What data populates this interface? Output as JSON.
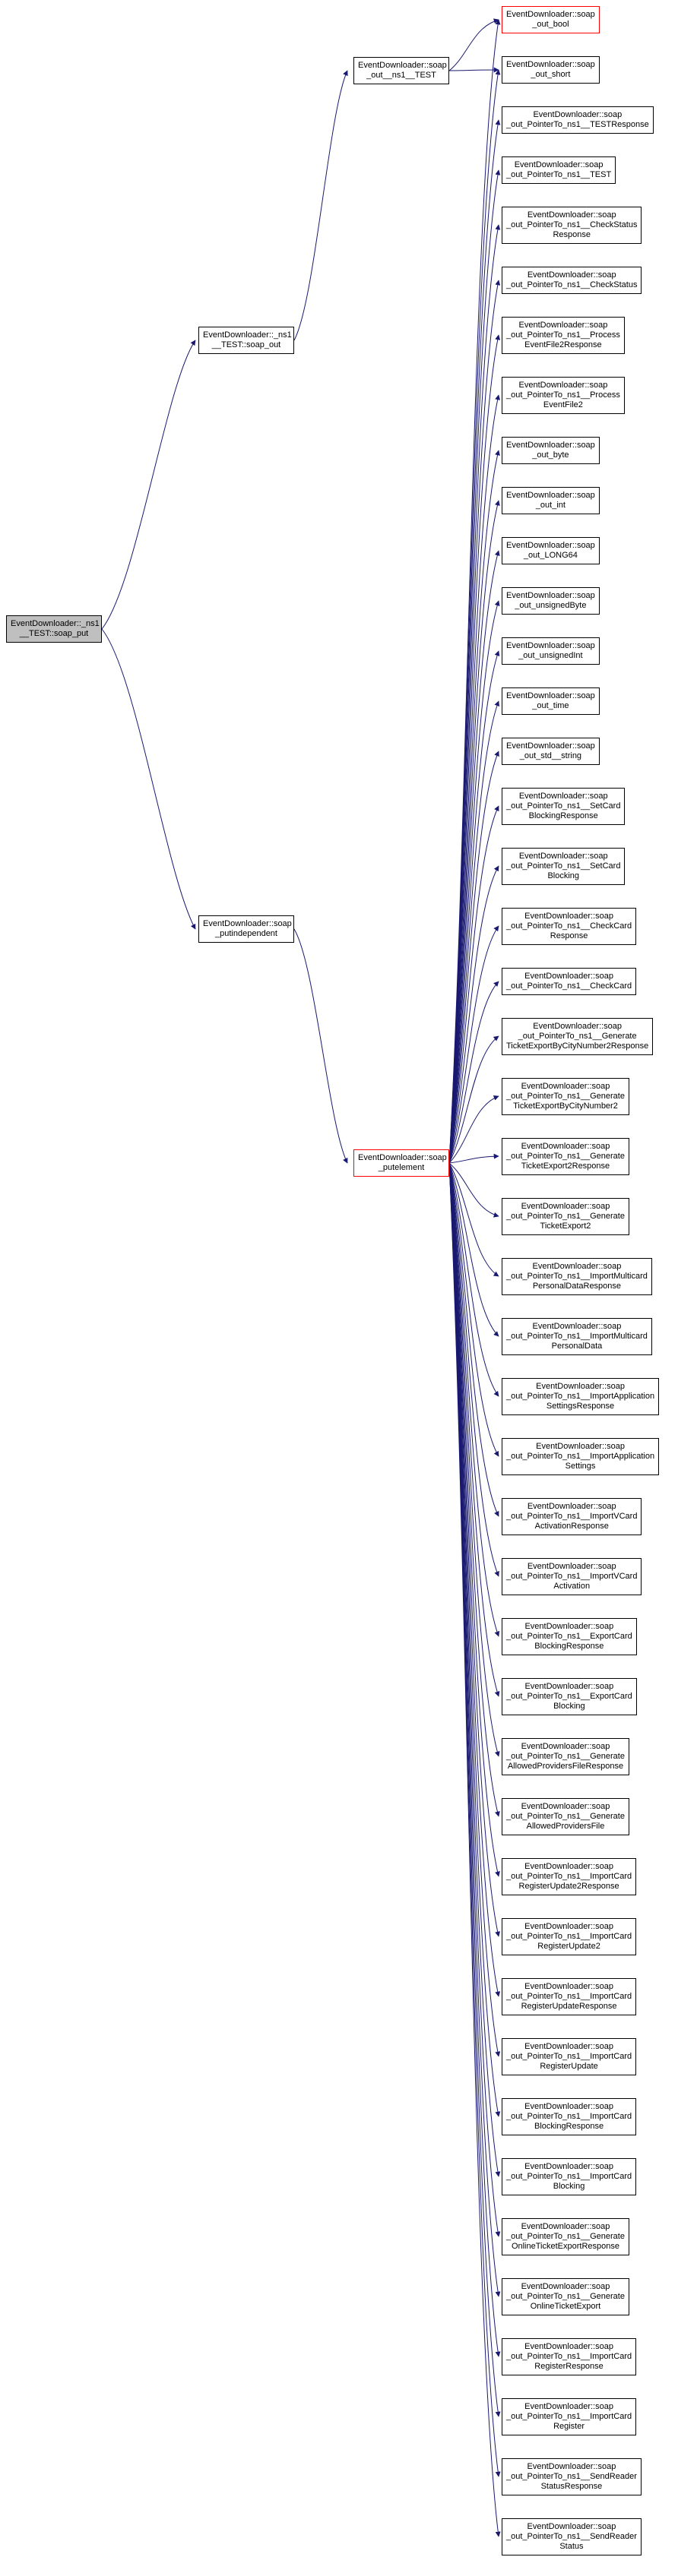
{
  "graph": {
    "kind": "doxygen-call-graph",
    "colors": {
      "background": "#ffffff",
      "node_fill": "#ffffff",
      "node_border": "#000000",
      "current_node_fill": "#bfbfbf",
      "truncated_node_border": "#ff0000",
      "edge": "#191970"
    },
    "nodes": {
      "root": {
        "label": "EventDownloader::_ns1\n__TEST::soap_put",
        "current": true
      },
      "soap_out_member": {
        "label": "EventDownloader::_ns1\n__TEST::soap_out"
      },
      "soap_out_ns1_test": {
        "label": "EventDownloader::soap\n_out__ns1__TEST"
      },
      "putindependent": {
        "label": "EventDownloader::soap\n_putindependent"
      },
      "putelement": {
        "label": "EventDownloader::soap\n_putelement",
        "truncated": true
      },
      "callees": [
        {
          "label": "EventDownloader::soap\n_out_bool",
          "truncated": true
        },
        {
          "label": "EventDownloader::soap\n_out_short"
        },
        {
          "label": "EventDownloader::soap\n_out_PointerTo_ns1__TESTResponse"
        },
        {
          "label": "EventDownloader::soap\n_out_PointerTo_ns1__TEST"
        },
        {
          "label": "EventDownloader::soap\n_out_PointerTo_ns1__CheckStatus\nResponse"
        },
        {
          "label": "EventDownloader::soap\n_out_PointerTo_ns1__CheckStatus"
        },
        {
          "label": "EventDownloader::soap\n_out_PointerTo_ns1__Process\nEventFile2Response"
        },
        {
          "label": "EventDownloader::soap\n_out_PointerTo_ns1__Process\nEventFile2"
        },
        {
          "label": "EventDownloader::soap\n_out_byte"
        },
        {
          "label": "EventDownloader::soap\n_out_int"
        },
        {
          "label": "EventDownloader::soap\n_out_LONG64"
        },
        {
          "label": "EventDownloader::soap\n_out_unsignedByte"
        },
        {
          "label": "EventDownloader::soap\n_out_unsignedInt"
        },
        {
          "label": "EventDownloader::soap\n_out_time"
        },
        {
          "label": "EventDownloader::soap\n_out_std__string"
        },
        {
          "label": "EventDownloader::soap\n_out_PointerTo_ns1__SetCard\nBlockingResponse"
        },
        {
          "label": "EventDownloader::soap\n_out_PointerTo_ns1__SetCard\nBlocking"
        },
        {
          "label": "EventDownloader::soap\n_out_PointerTo_ns1__CheckCard\nResponse"
        },
        {
          "label": "EventDownloader::soap\n_out_PointerTo_ns1__CheckCard"
        },
        {
          "label": "EventDownloader::soap\n_out_PointerTo_ns1__Generate\nTicketExportByCityNumber2Response"
        },
        {
          "label": "EventDownloader::soap\n_out_PointerTo_ns1__Generate\nTicketExportByCityNumber2"
        },
        {
          "label": "EventDownloader::soap\n_out_PointerTo_ns1__Generate\nTicketExport2Response"
        },
        {
          "label": "EventDownloader::soap\n_out_PointerTo_ns1__Generate\nTicketExport2"
        },
        {
          "label": "EventDownloader::soap\n_out_PointerTo_ns1__ImportMulticard\nPersonalDataResponse"
        },
        {
          "label": "EventDownloader::soap\n_out_PointerTo_ns1__ImportMulticard\nPersonalData"
        },
        {
          "label": "EventDownloader::soap\n_out_PointerTo_ns1__ImportApplication\nSettingsResponse"
        },
        {
          "label": "EventDownloader::soap\n_out_PointerTo_ns1__ImportApplication\nSettings"
        },
        {
          "label": "EventDownloader::soap\n_out_PointerTo_ns1__ImportVCard\nActivationResponse"
        },
        {
          "label": "EventDownloader::soap\n_out_PointerTo_ns1__ImportVCard\nActivation"
        },
        {
          "label": "EventDownloader::soap\n_out_PointerTo_ns1__ExportCard\nBlockingResponse"
        },
        {
          "label": "EventDownloader::soap\n_out_PointerTo_ns1__ExportCard\nBlocking"
        },
        {
          "label": "EventDownloader::soap\n_out_PointerTo_ns1__Generate\nAllowedProvidersFileResponse"
        },
        {
          "label": "EventDownloader::soap\n_out_PointerTo_ns1__Generate\nAllowedProvidersFile"
        },
        {
          "label": "EventDownloader::soap\n_out_PointerTo_ns1__ImportCard\nRegisterUpdate2Response"
        },
        {
          "label": "EventDownloader::soap\n_out_PointerTo_ns1__ImportCard\nRegisterUpdate2"
        },
        {
          "label": "EventDownloader::soap\n_out_PointerTo_ns1__ImportCard\nRegisterUpdateResponse"
        },
        {
          "label": "EventDownloader::soap\n_out_PointerTo_ns1__ImportCard\nRegisterUpdate"
        },
        {
          "label": "EventDownloader::soap\n_out_PointerTo_ns1__ImportCard\nBlockingResponse"
        },
        {
          "label": "EventDownloader::soap\n_out_PointerTo_ns1__ImportCard\nBlocking"
        },
        {
          "label": "EventDownloader::soap\n_out_PointerTo_ns1__Generate\nOnlineTicketExportResponse"
        },
        {
          "label": "EventDownloader::soap\n_out_PointerTo_ns1__Generate\nOnlineTicketExport"
        },
        {
          "label": "EventDownloader::soap\n_out_PointerTo_ns1__ImportCard\nRegisterResponse"
        },
        {
          "label": "EventDownloader::soap\n_out_PointerTo_ns1__ImportCard\nRegister"
        },
        {
          "label": "EventDownloader::soap\n_out_PointerTo_ns1__SendReader\nStatusResponse"
        },
        {
          "label": "EventDownloader::soap\n_out_PointerTo_ns1__SendReader\nStatus"
        }
      ]
    }
  }
}
